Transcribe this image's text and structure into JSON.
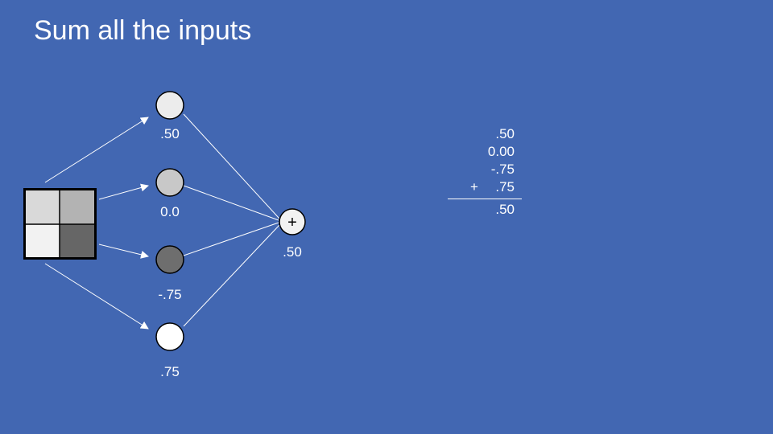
{
  "title": "Sum all the inputs",
  "colors": {
    "background": "#4267b2",
    "text": "#ffffff",
    "input_grid_border": "#000000",
    "pixel_top_left": "#d9d9d9",
    "pixel_top_right": "#b3b3b3",
    "pixel_bottom_left": "#f2f2f2",
    "pixel_bottom_right": "#666666"
  },
  "neurons": [
    {
      "value_label": ".50",
      "fill": "#ececec"
    },
    {
      "value_label": "0.0",
      "fill": "#c8c8c8"
    },
    {
      "value_label": "-.75",
      "fill": "#6e6e6e"
    },
    {
      "value_label": ".75",
      "fill": "#ffffff"
    }
  ],
  "sum_node": {
    "symbol": "+",
    "value_label": ".50"
  },
  "addition": {
    "operands": [
      ".50",
      "0.00",
      "-.75",
      ".75"
    ],
    "operator": "+",
    "result": ".50"
  }
}
